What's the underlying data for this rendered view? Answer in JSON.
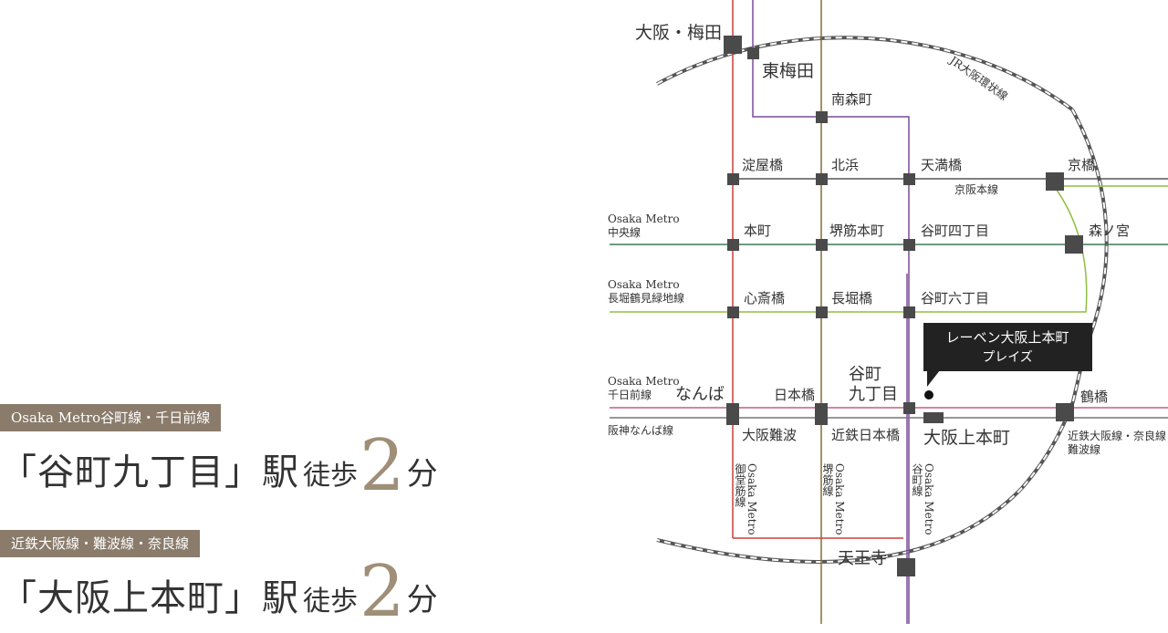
{
  "access": [
    {
      "line": "Osaka Metro谷町線・千日前線",
      "station": "「谷町九丁目」駅",
      "walk": "徒歩",
      "minutes": "2",
      "unit": "分"
    },
    {
      "line": "近鉄大阪線・難波線・奈良線",
      "station": "「大阪上本町」駅",
      "walk": "徒歩",
      "minutes": "2",
      "unit": "分"
    }
  ],
  "map": {
    "colors": {
      "loop": "#555555",
      "midosuji": "#c8403c",
      "sakaisuji": "#8a6a3a",
      "tanimachi": "#7a4a9a",
      "chuo": "#3f7a55",
      "nagahori": "#8fbf40",
      "keihan": "#555555",
      "sennichimae": "#c0607a",
      "hanshin": "#777777",
      "station": "#4a4a4a",
      "callout": "#222222"
    },
    "line_labels": {
      "loop": "JR大阪環状線",
      "keihan": "京阪本線",
      "chuo": [
        "Osaka Metro",
        "中央線"
      ],
      "nagahori": [
        "Osaka Metro",
        "長堀鶴見緑地線"
      ],
      "sennichimae": [
        "Osaka Metro",
        "千日前線"
      ],
      "hanshin": "阪神なんば線",
      "kintetsu": [
        "近鉄大阪線・奈良線",
        "難波線"
      ],
      "midosuji": [
        "Osaka Metro",
        "御堂筋線"
      ],
      "sakaisuji": [
        "Osaka Metro",
        "堺筋線"
      ],
      "tanimachi": [
        "Osaka Metro",
        "谷町線"
      ]
    },
    "stations": {
      "umeda": "大阪・梅田",
      "higashiumeda": "東梅田",
      "minamimorimachi": "南森町",
      "yodoyabashi": "淀屋橋",
      "kitahama": "北浜",
      "tenmabashi": "天満橋",
      "kyobashi": "京橋",
      "honmachi": "本町",
      "sakaisujihonmachi": "堺筋本町",
      "tanimachi4": "谷町四丁目",
      "morinomiya": "森ノ宮",
      "shinsaibashi": "心斎橋",
      "nagahoribashi": "長堀橋",
      "tanimachi6": "谷町六丁目",
      "namba": "なんば",
      "nipponbashi": "日本橋",
      "tanimachi9": [
        "谷町",
        "九丁目"
      ],
      "tsuruhashi": "鶴橋",
      "osakanamba": "大阪難波",
      "kintetsunipponbashi": "近鉄日本橋",
      "uehonmachi": "大阪上本町",
      "tennoji": "天王寺"
    },
    "callout": [
      "レーベン大阪上本町",
      "プレイズ"
    ]
  }
}
